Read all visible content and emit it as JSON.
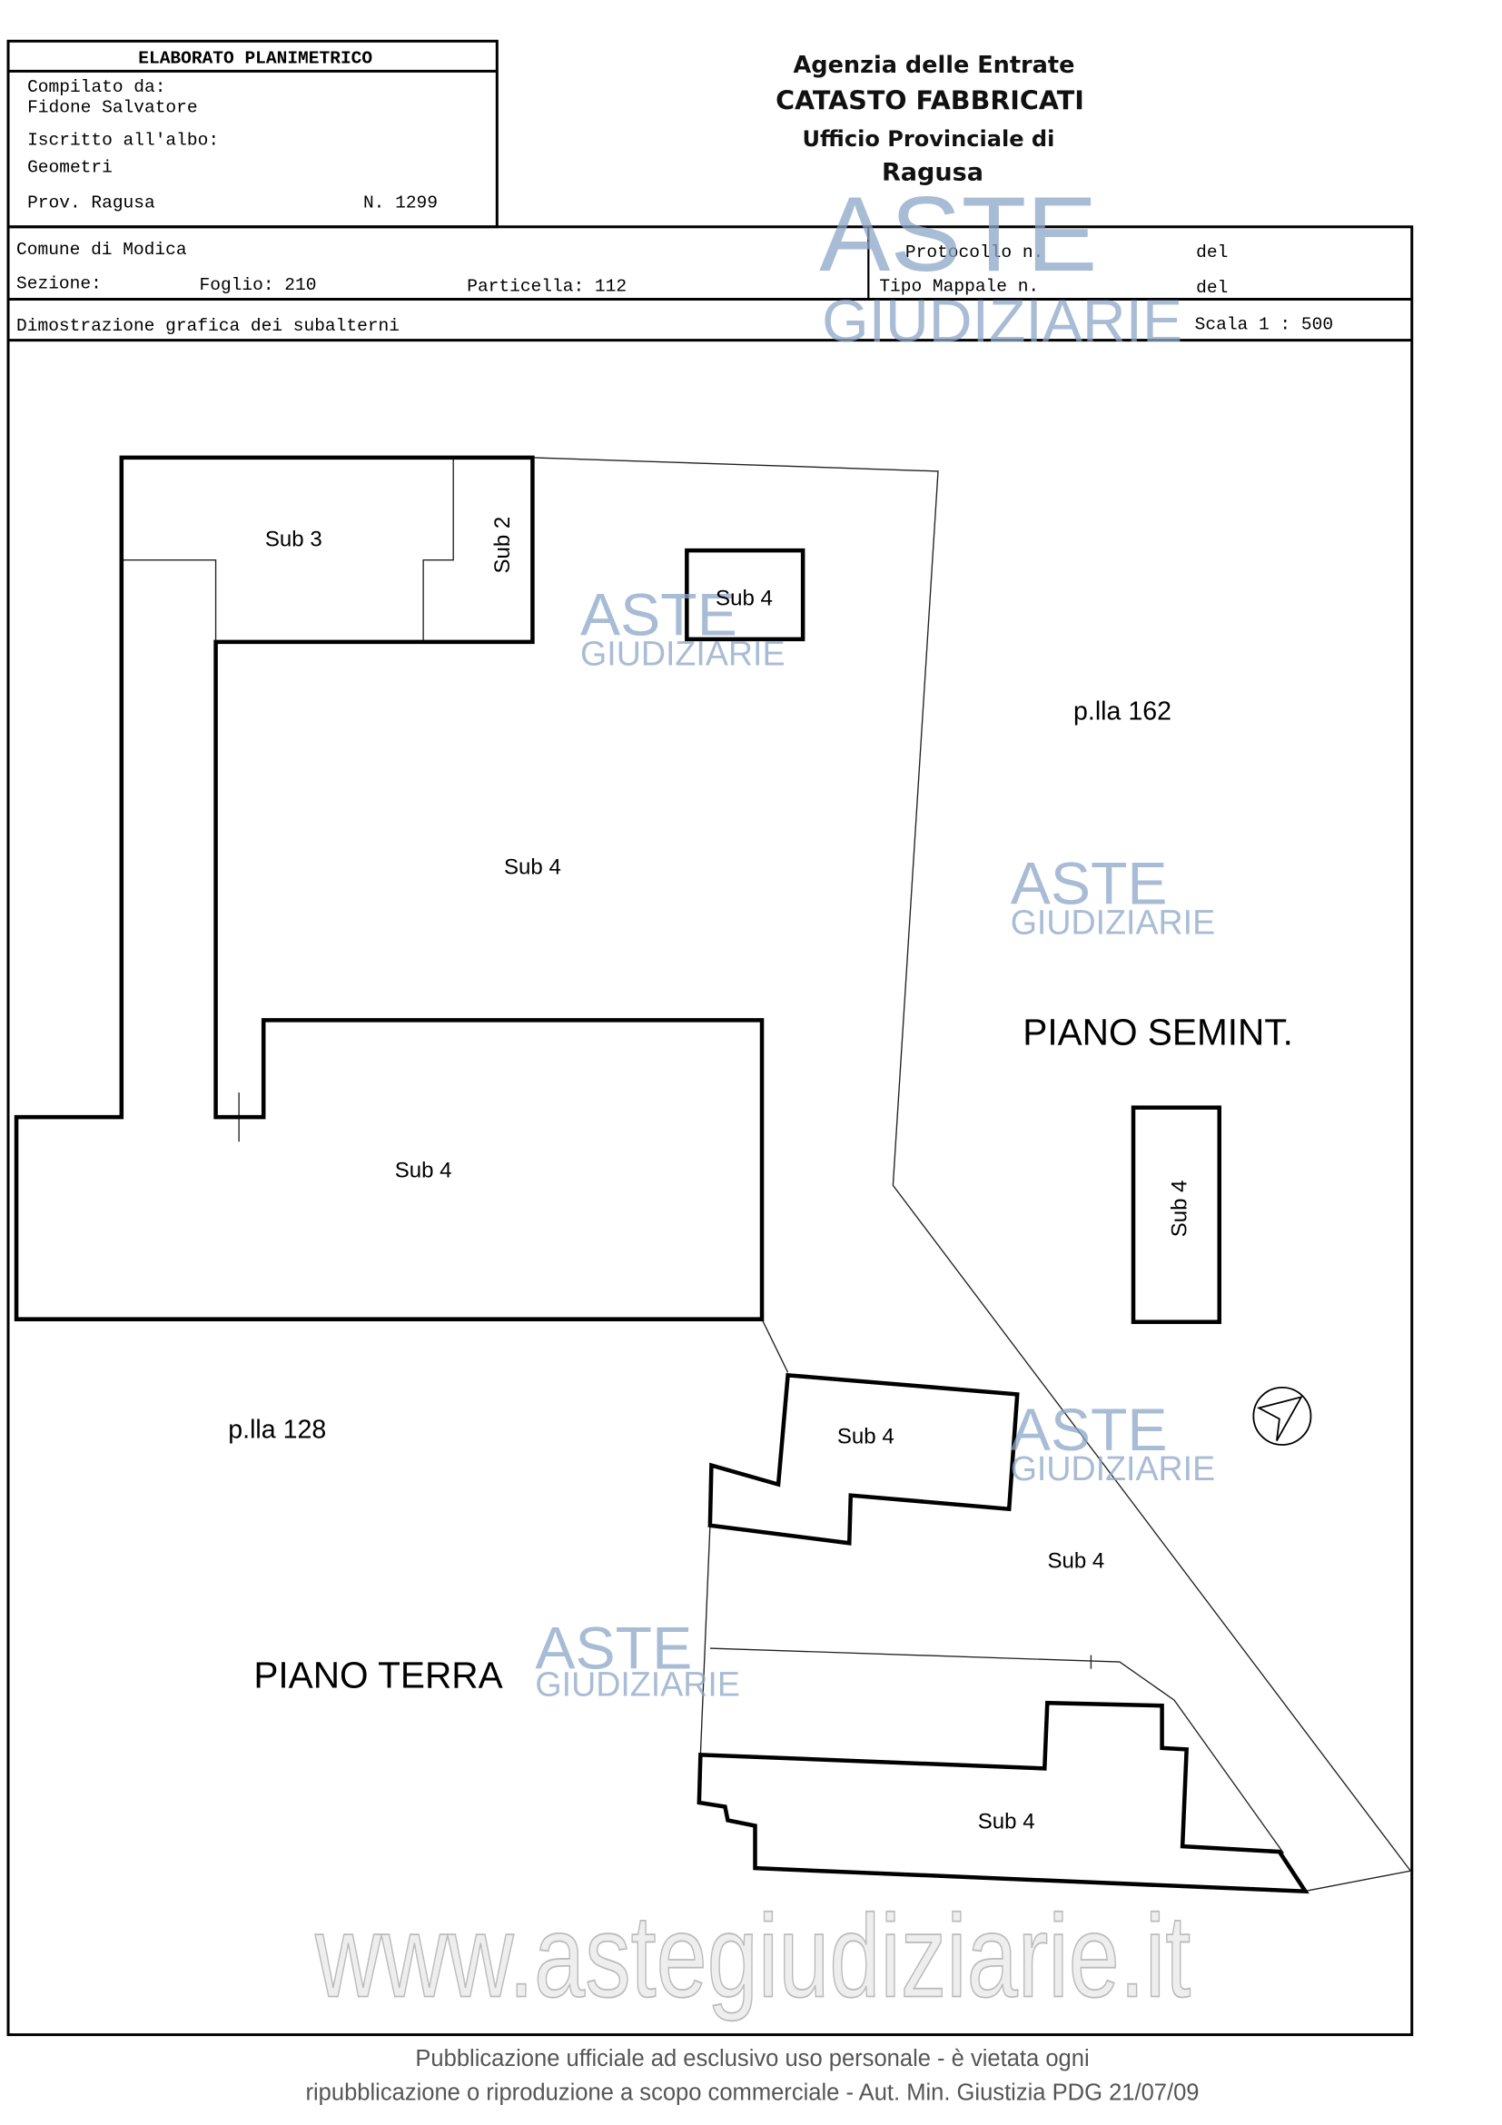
{
  "header": {
    "title": "ELABORATO PLANIMETRICO",
    "compiled_by_label": "Compilato da:",
    "compiled_by": "Fidone Salvatore",
    "register_label": "Iscritto all'albo:",
    "register": "Geometri",
    "province": "Prov. Ragusa",
    "number": "N. 1299",
    "agency": "Agenzia delle Entrate",
    "office_type": "CATASTO FABBRICATI",
    "office": "Ufficio Provinciale di",
    "city": "Ragusa"
  },
  "info": {
    "comune": "Comune di  Modica",
    "sezione": "Sezione:",
    "foglio": "Foglio: 210",
    "particella": "Particella: 112",
    "protocollo": "Protocollo n.",
    "tipo_mappale": "Tipo Mappale n.",
    "del1": "del",
    "del2": "del",
    "description": "Dimostrazione grafica dei subalterni",
    "scale": "Scala 1 : 500"
  },
  "plan": {
    "labels": {
      "sub3": "Sub 3",
      "sub2": "Sub 2",
      "sub4_small": "Sub 4",
      "sub4_main": "Sub 4",
      "sub4_lower": "Sub 4",
      "sub4_vertical": "Sub 4",
      "sub4_mid": "Sub 4",
      "sub4_yard": "Sub 4",
      "sub4_bottom": "Sub 4",
      "plla_162": "p.lla 162",
      "plla_128": "p.lla 128",
      "piano_semint": "PIANO SEMINT.",
      "piano_terra": "PIANO TERRA"
    }
  },
  "watermark": {
    "aste": "ASTE",
    "giudiziarie": "GIUDIZIARIE",
    "url": "www.astegiudiziarie.it"
  },
  "footer": {
    "line1": "Pubblicazione ufficiale ad esclusivo uso personale - è vietata ogni",
    "line2": "ripubblicazione o riproduzione a scopo commerciale - Aut. Min. Giustizia PDG 21/07/09"
  }
}
